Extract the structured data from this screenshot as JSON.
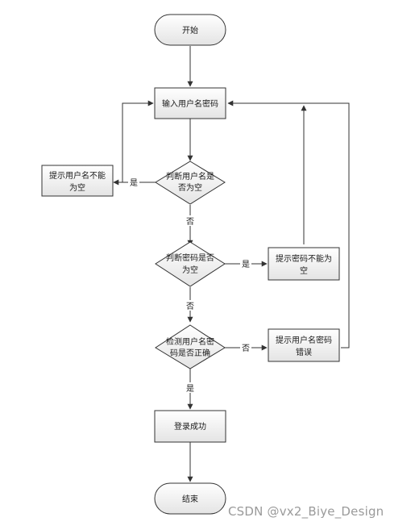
{
  "flowchart": {
    "start": "开始",
    "input": "输入用户名密码",
    "check_username": [
      "判断用户名是",
      "否为空"
    ],
    "username_empty_msg": [
      "提示用户名不能",
      "为空"
    ],
    "check_password": [
      "判断密码是否",
      "为空"
    ],
    "password_empty_msg": [
      "提示密码不能为",
      "空"
    ],
    "verify": [
      "检测用户名密",
      "码是否正确"
    ],
    "verify_error_msg": [
      "提示用户名密码",
      "错误"
    ],
    "success": "登录成功",
    "end": "结束",
    "edge_yes": "是",
    "edge_no": "否"
  },
  "watermark": "CSDN @vx2_Biye_Design",
  "colors": {
    "box_fill_top": "#ffffff",
    "box_fill_bottom": "#e6e6e6",
    "stroke": "#333333"
  }
}
